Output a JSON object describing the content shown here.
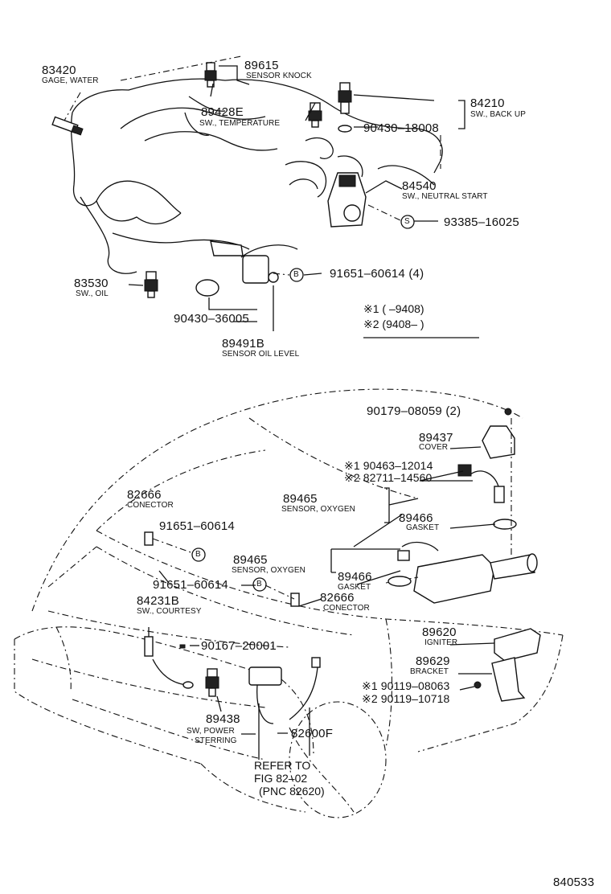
{
  "labels": {
    "p83420": "83420",
    "n83420": "GAGE, WATER",
    "p89615": "89615",
    "n89615": "SENSOR KNOCK",
    "p89428e": "89428E",
    "n89428e": "SW., TEMPERATURE",
    "p84210": "84210",
    "n84210": "SW., BACK UP",
    "p90430a": "90430–18008",
    "p84540": "84540",
    "n84540": "SW., NEUTRAL START",
    "s_circle": "S",
    "p93385": "93385–16025",
    "p83530": "83530",
    "n83530": "SW., OIL",
    "b_circle": "B",
    "p91651a": "91651–60614 (4)",
    "p90430b": "90430–36005",
    "p89491b": "89491B",
    "n89491b": "SENSOR OIL LEVEL",
    "note1": "※1 (      –9408)",
    "note2": "※2 (9408–      )",
    "p90179": "90179–08059 (2)",
    "p89437": "89437",
    "n89437": "COVER",
    "p90463": "※1 90463–12014",
    "p82711": "※2 82711–14560",
    "p89465a": "89465",
    "n89465a": "SENSOR, OXYGEN",
    "p89466a": "89466",
    "n89466a": "GASKET",
    "p82666a": "82666",
    "n82666a": "CONECTOR",
    "p91651b": "91651–60614",
    "p89465b": "89465",
    "n89465b": "SENSOR, OXYGEN",
    "p89466b": "89466",
    "n89466b": "GASKET",
    "p91651c": "91651–60614",
    "p82666b": "82666",
    "n82666b": "CONECTOR",
    "p84231b": "84231B",
    "n84231b": "SW., COURTESY",
    "p90167": "90167–20001",
    "p89620": "89620",
    "n89620": "IGNITER",
    "p89629": "89629",
    "n89629": "BRACKET",
    "p90119a": "※1 90119–08063",
    "p90119b": "※2 90119–10718",
    "p89438": "89438",
    "n89438a": "SW, POWER",
    "n89438b": "STERRING",
    "p82600f": "82600F",
    "refer1": "REFER TO",
    "refer2": "FIG 82–02",
    "refer3": "(PNC 82620)",
    "fig_id": "840533"
  }
}
